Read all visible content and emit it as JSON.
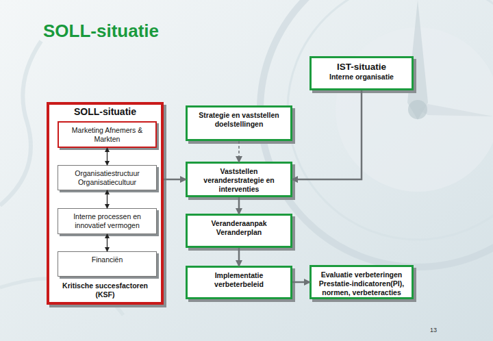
{
  "diagram": {
    "title": "SOLL-situatie",
    "nodes": [
      {
        "text": [
          "IST-situatie",
          "Interne organisatie"
        ]
      },
      {
        "text": [
          "SOLL-situatie",
          "Kritische succesfactoren (KSF)"
        ]
      },
      {
        "text": [
          "Marketing Afnemers & Markten"
        ],
        "in": 1
      },
      {
        "text": [
          "Organisatiestructuur Organisatiecultuur"
        ],
        "in": 1
      },
      {
        "text": [
          "Interne processen en innovatief vermogen"
        ],
        "in": 1
      },
      {
        "text": [
          "Financiën"
        ],
        "in": 1
      },
      {
        "text": [
          "Strategie en vaststellen doelstellingen"
        ]
      },
      {
        "text": [
          "Vaststellen veranderstrategie en interventies"
        ]
      },
      {
        "text": [
          "Veranderaanpak Veranderplan"
        ]
      },
      {
        "text": [
          "Implementatie verbeterbeleid"
        ]
      },
      {
        "text": [
          "Evaluatie verbeteringen Prestatie-indicatoren(PI), normen, verbeteracties"
        ]
      }
    ],
    "edges": [
      {
        "from": 2,
        "to": 3,
        "arrow": "both"
      },
      {
        "from": 3,
        "to": 4,
        "arrow": "both"
      },
      {
        "from": 4,
        "to": 5,
        "arrow": "both"
      },
      {
        "from": 1,
        "to": 7,
        "arrow": "to"
      },
      {
        "from": 0,
        "to": 7,
        "arrow": "to"
      },
      {
        "from": 6,
        "to": 7,
        "arrow": "to"
      },
      {
        "from": 7,
        "to": 8,
        "arrow": "to"
      },
      {
        "from": 8,
        "to": 9,
        "arrow": "to"
      },
      {
        "from": 9,
        "to": 10,
        "arrow": "to"
      }
    ],
    "labels": [
      "13"
    ]
  }
}
